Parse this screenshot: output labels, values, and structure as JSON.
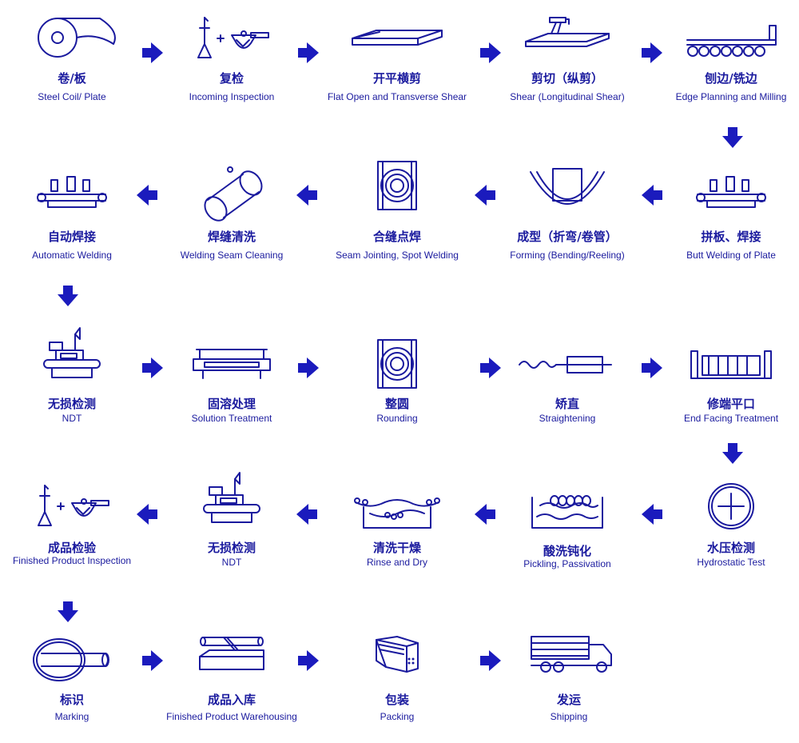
{
  "colors": {
    "line": "#1a1a9e",
    "arrow": "#1b1bbd",
    "background": "#ffffff"
  },
  "steps": [
    {
      "cn": "卷/板",
      "en": "Steel Coil/ Plate",
      "icon": "steel-coil-icon"
    },
    {
      "cn": "复检",
      "en": "Incoming Inspection",
      "icon": "inspection-icon"
    },
    {
      "cn": "开平横剪",
      "en": "Flat Open and Transverse Shear",
      "icon": "flat-plate-icon"
    },
    {
      "cn": "剪切（纵剪）",
      "en": "Shear (Longitudinal Shear)",
      "icon": "shear-icon"
    },
    {
      "cn": "刨边/铣边",
      "en": "Edge Planning and Milling",
      "icon": "edge-milling-icon"
    },
    {
      "cn": "拼板、焊接",
      "en": "Butt Welding of Plate",
      "icon": "butt-welding-icon"
    },
    {
      "cn": "成型（折弯/卷管）",
      "en": "Forming (Bending/Reeling)",
      "icon": "forming-icon"
    },
    {
      "cn": "合缝点焊",
      "en": "Seam Jointing,  Spot Welding",
      "icon": "seam-jointing-icon"
    },
    {
      "cn": "焊缝清洗",
      "en": "Welding Seam Cleaning",
      "icon": "seam-cleaning-icon"
    },
    {
      "cn": "自动焊接",
      "en": "Automatic Welding",
      "icon": "automatic-welding-icon"
    },
    {
      "cn": "无损检测",
      "en": "NDT",
      "icon": "ndt-icon"
    },
    {
      "cn": "固溶处理",
      "en": "Solution Treatment",
      "icon": "solution-treatment-icon"
    },
    {
      "cn": "整圆",
      "en": "Rounding",
      "icon": "rounding-icon"
    },
    {
      "cn": "矫直",
      "en": "Straightening",
      "icon": "straightening-icon"
    },
    {
      "cn": "修端平口",
      "en": "End Facing Treatment",
      "icon": "end-facing-icon"
    },
    {
      "cn": "水压检测",
      "en": "Hydrostatic Test",
      "icon": "hydrostatic-test-icon"
    },
    {
      "cn": "酸洗钝化",
      "en": "Pickling, Passivation",
      "icon": "pickling-icon"
    },
    {
      "cn": "清洗干燥",
      "en": "Rinse and Dry",
      "icon": "rinse-dry-icon"
    },
    {
      "cn": "无损检测",
      "en": "NDT",
      "icon": "ndt-icon"
    },
    {
      "cn": "成品检验",
      "en": "Finished Product Inspection",
      "icon": "inspection-icon"
    },
    {
      "cn": "标识",
      "en": "Marking",
      "icon": "marking-icon"
    },
    {
      "cn": "成品入库",
      "en": "Finished Product Warehousing",
      "icon": "warehousing-icon"
    },
    {
      "cn": "包装",
      "en": "Packing",
      "icon": "packing-icon"
    },
    {
      "cn": "发运",
      "en": "Shipping",
      "icon": "truck-icon"
    }
  ]
}
